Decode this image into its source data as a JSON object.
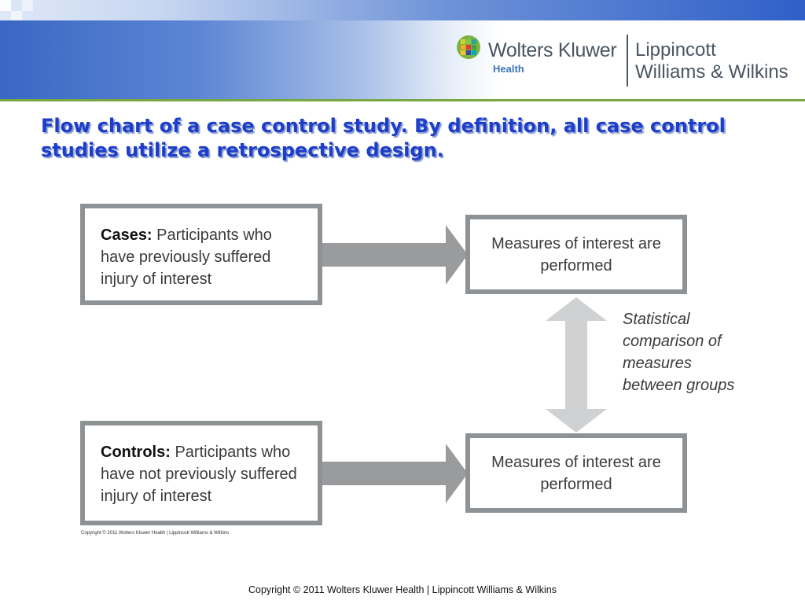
{
  "header": {
    "logo_company": "Wolters Kluwer",
    "logo_division": "Health",
    "logo_imprint_line1": "Lippincott",
    "logo_imprint_line2": "Williams & Wilkins"
  },
  "title": "Flow chart of a case control study. By definition, all case control studies utilize a retrospective design.",
  "diagram": {
    "cases_label": "Cases:",
    "cases_text": "Participants who have previously suffered injury of interest",
    "controls_label": "Controls:",
    "controls_text": "Participants who have not previously suffered injury of interest",
    "measures_top": "Measures of interest are performed",
    "measures_bottom": "Measures of interest are performed",
    "comparison": "Statistical comparison of measures between groups",
    "figure_copyright": "Copyright © 2011 Wolters Kluwer Health | Lippincott Williams & Wilkins"
  },
  "footer": {
    "copyright": "Copyright © 2011 Wolters Kluwer Health | Lippincott Williams & Wilkins"
  },
  "colors": {
    "title": "#1c3ec9",
    "box_border": "#8f9294",
    "arrow_dark": "#999b9d",
    "arrow_light": "#d0d1d2",
    "header_blue": "#3a67c4",
    "header_rule": "#77a843"
  }
}
